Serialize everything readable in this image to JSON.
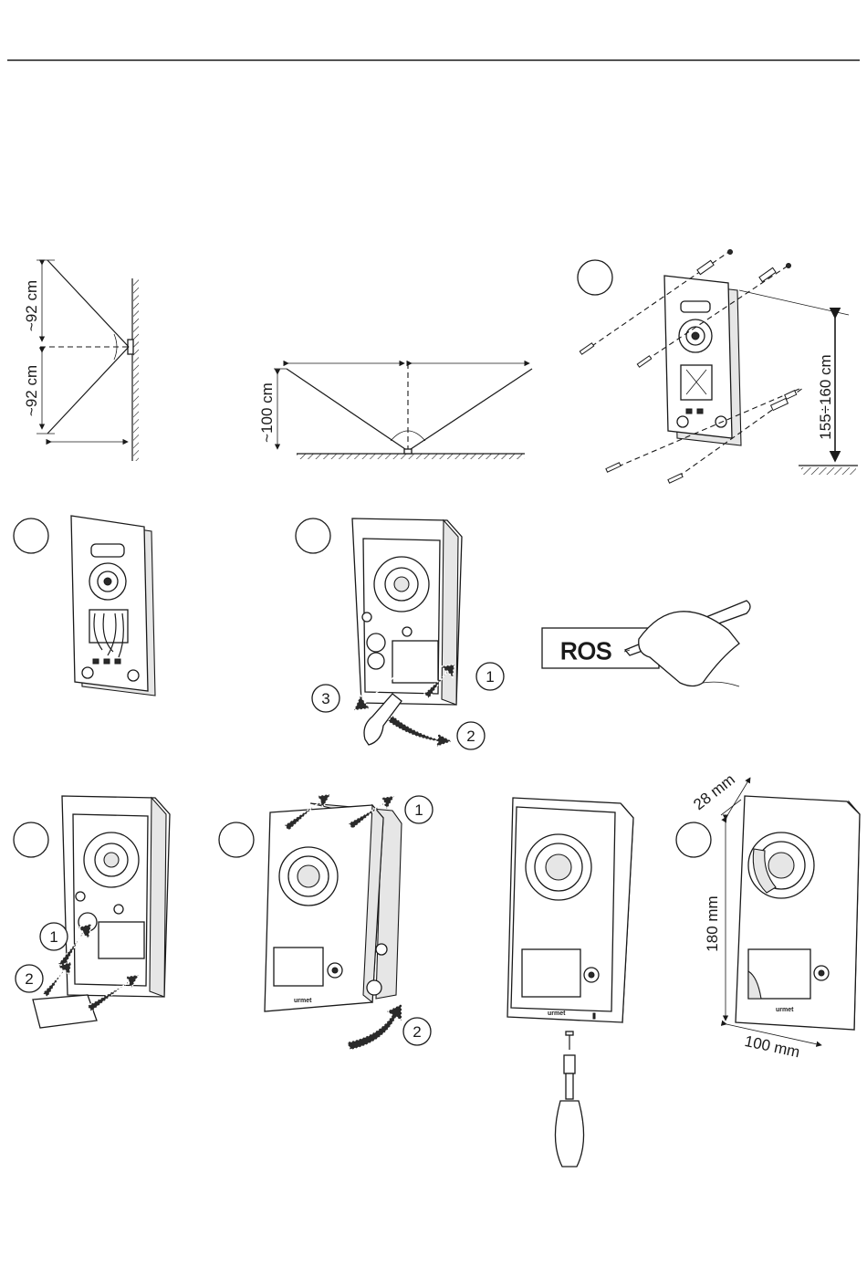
{
  "diagrams": {
    "side_view": {
      "upper_label": "~92 cm",
      "lower_label": "~92 cm"
    },
    "top_view": {
      "height_label": "~100 cm"
    },
    "mounting": {
      "height_label": "155÷160 cm"
    },
    "dimensions": {
      "depth_label": "28 mm",
      "height_label": "180 mm",
      "width_label": "100 mm"
    },
    "name_card": {
      "text": "ROS"
    },
    "panel_logo": "urmet"
  },
  "callouts": {
    "step_removal": [
      "1",
      "2",
      "3"
    ],
    "step_insert": [
      "1",
      "2"
    ],
    "step_cover": [
      "1",
      "2"
    ]
  }
}
